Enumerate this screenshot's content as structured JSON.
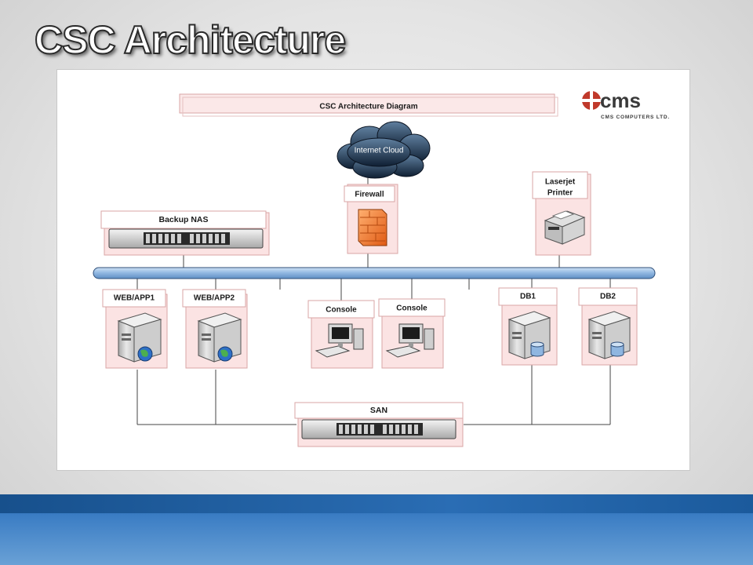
{
  "slide": {
    "title": "CSC Architecture"
  },
  "diagram": {
    "title": "CSC Architecture Diagram",
    "logo": {
      "brand": "cms",
      "tagline": "CMS COMPUTERS LTD.",
      "accent_color": "#c0392b"
    },
    "nodes": {
      "internet": "Internet Cloud",
      "firewall": "Firewall",
      "printer_line1": "Laserjet",
      "printer_line2": "Printer",
      "backup_nas": "Backup NAS",
      "web_app1": "WEB/APP1",
      "web_app2": "WEB/APP2",
      "console1": "Console",
      "console2": "Console",
      "db1": "DB1",
      "db2": "DB2",
      "san": "SAN"
    }
  },
  "colors": {
    "node_fill": "#fbe3e3",
    "node_border": "#d9a6a6",
    "bus": "#9cc0e6",
    "band": "#2a6db4"
  }
}
